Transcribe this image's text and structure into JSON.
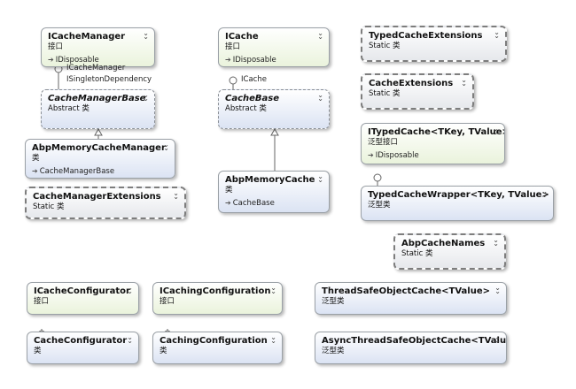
{
  "chevron": "⌄",
  "nodes": {
    "icachemanager": {
      "name": "ICacheManager",
      "kind": "接口",
      "inherits": "IDisposable"
    },
    "cachemanagerbase": {
      "name": "CacheManagerBase",
      "kind": "Abstract 类"
    },
    "abpmemorycachemanager": {
      "name": "AbpMemoryCacheManager",
      "kind": "类",
      "inherits": "CacheManagerBase"
    },
    "cachemanagerextensions": {
      "name": "CacheManagerExtensions",
      "kind": "Static 类"
    },
    "icache": {
      "name": "ICache",
      "kind": "接口",
      "inherits": "IDisposable"
    },
    "cachebase": {
      "name": "CacheBase",
      "kind": "Abstract 类"
    },
    "abpmemorycache": {
      "name": "AbpMemoryCache",
      "kind": "类",
      "inherits": "CacheBase"
    },
    "typedcacheextensions": {
      "name": "TypedCacheExtensions",
      "kind": "Static 类"
    },
    "cacheextensions": {
      "name": "CacheExtensions",
      "kind": "Static 类"
    },
    "itypedcache": {
      "name": "ITypedCache<TKey, TValue>",
      "kind": "泛型接口",
      "inherits": "IDisposable"
    },
    "typedcachewrapper": {
      "name": "TypedCacheWrapper<TKey, TValue>",
      "kind": "泛型类"
    },
    "abpcachenames": {
      "name": "AbpCacheNames",
      "kind": "Static 类"
    },
    "icacheconfigurator": {
      "name": "ICacheConfigurator",
      "kind": "接口"
    },
    "cacheconfigurator": {
      "name": "CacheConfigurator",
      "kind": "类"
    },
    "icachingconfiguration": {
      "name": "ICachingConfiguration",
      "kind": "接口"
    },
    "cachingconfiguration": {
      "name": "CachingConfiguration",
      "kind": "类"
    },
    "threadsafeobjectcache": {
      "name": "ThreadSafeObjectCache<TValue>",
      "kind": "泛型类"
    },
    "asyncthreadsafeobjectcache": {
      "name": "AsyncThreadSafeObjectCache<TValue>",
      "kind": "泛型类"
    }
  },
  "lollipops": {
    "icachemanager_line1": "ICacheManager",
    "icachemanager_line2": "ISingletonDependency",
    "icache": "ICache"
  }
}
